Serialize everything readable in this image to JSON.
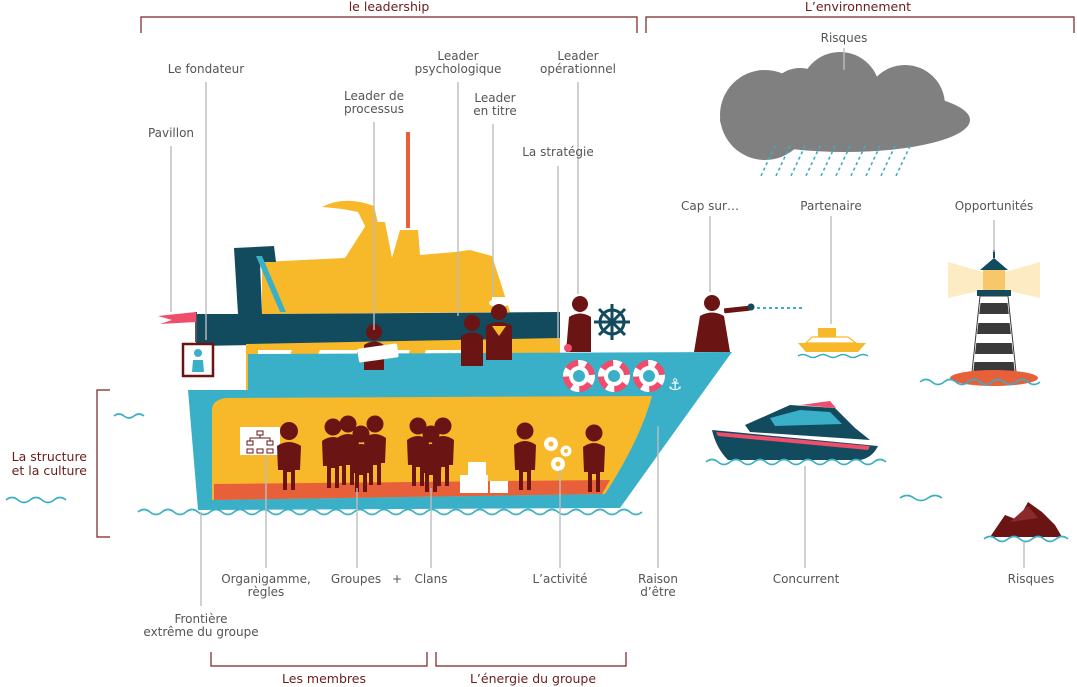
{
  "headers": {
    "leadership": "le leadership",
    "environment": "L’environnement",
    "structure_line1": "La structure",
    "structure_line2": "et la culture",
    "members": "Les membres",
    "group_energy": "L’énergie du groupe"
  },
  "labels": {
    "fondateur": "Le fondateur",
    "pavillon": "Pavillon",
    "leader_processus_1": "Leader de",
    "leader_processus_2": "processus",
    "leader_psy_1": "Leader",
    "leader_psy_2": "psychologique",
    "leader_titre_1": "Leader",
    "leader_titre_2": "en titre",
    "leader_op_1": "Leader",
    "leader_op_2": "opérationnel",
    "strategie": "La stratégie",
    "risques_top": "Risques",
    "cap_sur": "Cap sur…",
    "partenaire": "Partenaire",
    "opportunites": "Opportunités",
    "organigramme_1": "Organigamme,",
    "organigramme_2": "règles",
    "groupes": "Groupes",
    "plus": "+",
    "clans": "Clans",
    "activite": "L’activité",
    "raison_1": "Raison",
    "raison_2": "d’être",
    "concurrent": "Concurrent",
    "risques_bottom": "Risques",
    "frontiere_1": "Frontière",
    "frontiere_2": "extrême du groupe"
  },
  "colors": {
    "header_text": "#6a1c1c",
    "label_text": "#555555",
    "leader_line": "#bdbdbd",
    "hull_blue": "#3ab0c8",
    "cabin_yellow": "#f7b82a",
    "deck_navy": "#124a5e",
    "people": "#6b1414",
    "cloud": "#808080",
    "orange": "#e8603a",
    "flag": "#ef4d6b"
  }
}
